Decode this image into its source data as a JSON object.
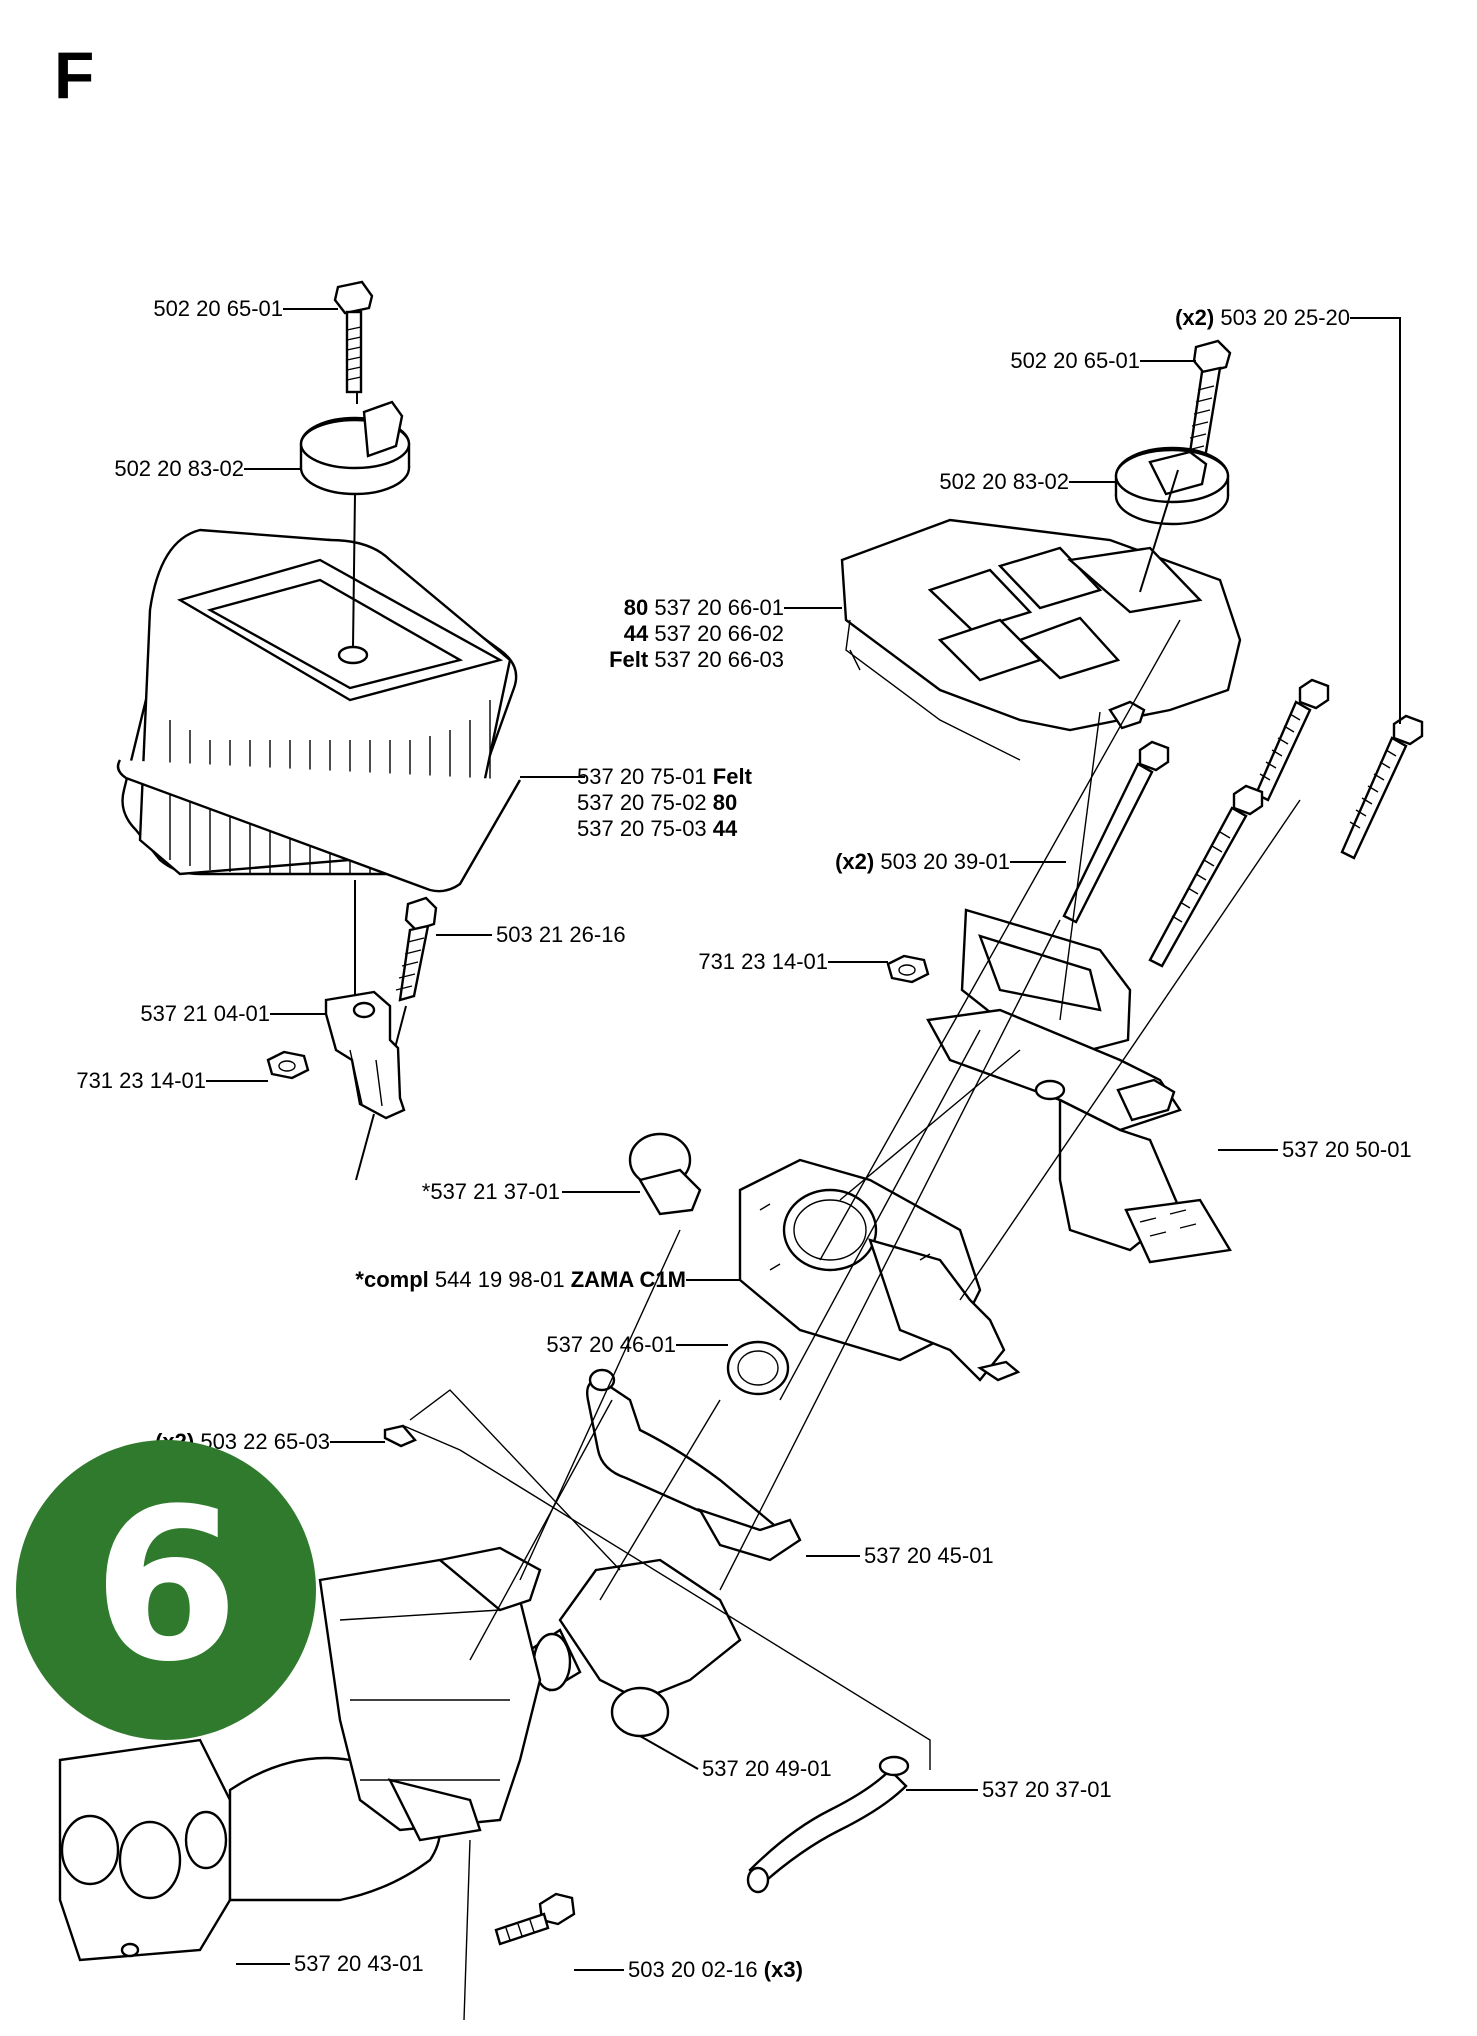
{
  "section_letter": "F",
  "badge_number": "6",
  "badge_color": "#2f7a2c",
  "labels": {
    "air_filter_screw": {
      "text": "502 20 65-01"
    },
    "air_filter_knob": {
      "text": "502 20 83-02"
    },
    "filter_element": {
      "line1_text": "537 20 75-01",
      "line1_bold": "Felt",
      "line2_text": "537 20 75-02",
      "line2_bold": "80",
      "line3_text": "537 20 75-03",
      "line3_bold": "44"
    },
    "bracket_screw": {
      "text": "503 21 26-16"
    },
    "bracket": {
      "text": "537 21 04-01"
    },
    "bracket_nut": {
      "text": "731 23 14-01"
    },
    "cover_screw_x2": {
      "qty": "(x2)",
      "text": "503 20 25-20"
    },
    "cover_screw": {
      "text": "502 20 65-01"
    },
    "cover_knob": {
      "text": "502 20 83-02"
    },
    "air_filter_cover": {
      "line1_bold": "80",
      "line1_text": "537 20 66-01",
      "line2_bold": "44",
      "line2_text": "537 20 66-02",
      "line3_bold": "Felt",
      "line3_text": "537 20 66-03"
    },
    "carb_screws": {
      "qty": "(x2)",
      "text": "503 20 39-01"
    },
    "housing_nut": {
      "text": "731 23 14-01"
    },
    "carb_housing": {
      "text": "537 20 50-01"
    },
    "pump_cover": {
      "text": "*537 21 37-01"
    },
    "carburetor": {
      "prefix_bold": "*compl",
      "text": "544 19 98-01",
      "suffix_bold": "ZAMA C1M"
    },
    "gasket": {
      "text": "537 20 46-01"
    },
    "clip_x2": {
      "qty": "(x2)",
      "text": "503 22 65-03"
    },
    "intake_bracket": {
      "text": "537 20 45-01"
    },
    "intake_boot": {
      "text": "537 20 49-01"
    },
    "impulse_hose": {
      "text": "537 20 37-01"
    },
    "intake_manifold": {
      "text": "537 20 43-01"
    },
    "manifold_screws": {
      "text": "503 20 02-16",
      "qty": "(x3)"
    }
  }
}
